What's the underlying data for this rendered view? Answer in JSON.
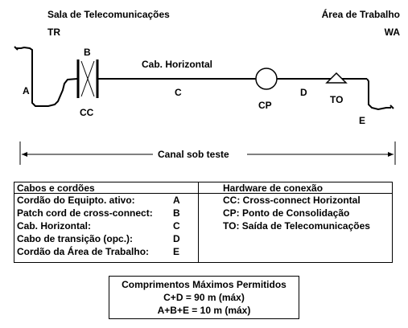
{
  "diagram": {
    "tr_title": "Sala de Telecomunicações",
    "tr_code": "TR",
    "wa_title": "Área de Trabalho",
    "wa_code": "WA",
    "label_a": "A",
    "label_b": "B",
    "label_cc": "CC",
    "label_horizontal": "Cab. Horizontal",
    "label_c": "C",
    "label_cp": "CP",
    "label_d": "D",
    "label_to": "TO",
    "label_e": "E",
    "channel_label": "Canal sob teste"
  },
  "legend": {
    "cables_header": "Cabos e cordões",
    "hardware_header": "Hardware de conexão",
    "cables": [
      {
        "name": "Cordão do Equipto. ativo:",
        "code": "A"
      },
      {
        "name": "Patch cord de cross-connect:",
        "code": "B"
      },
      {
        "name": "Cab. Horizontal:",
        "code": "C"
      },
      {
        "name": "Cabo de transição (opc.):",
        "code": "D"
      },
      {
        "name": "Cordão da Área de Trabalho:",
        "code": "E"
      }
    ],
    "hardware": [
      "CC: Cross-connect Horizontal",
      "CP: Ponto de Consolidação",
      "TO: Saída de Telecomunicações"
    ]
  },
  "max_lengths": {
    "title": "Comprimentos Máximos Permitidos",
    "line1": "C+D = 90 m (máx)",
    "line2": "A+B+E = 10 m (máx)"
  }
}
